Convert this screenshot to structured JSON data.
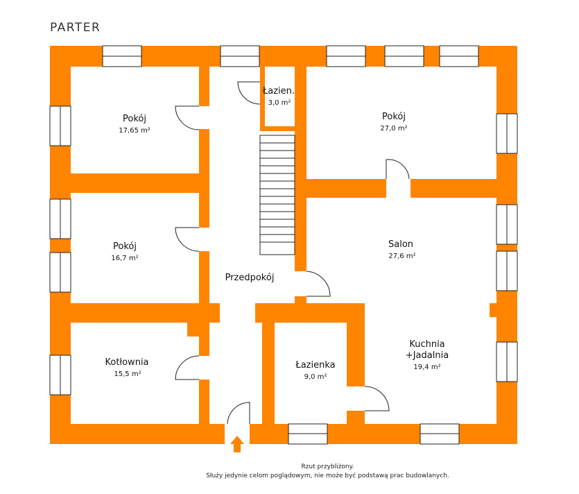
{
  "title": "PARTER",
  "rooms": {
    "pokoj1": {
      "name": "Pokój",
      "area": "17,65 m²"
    },
    "lazien_small": {
      "name": "Łazien.",
      "area": "3,0 m²"
    },
    "pokoj2": {
      "name": "Pokój",
      "area": "27,0 m²"
    },
    "pokoj3": {
      "name": "Pokój",
      "area": "16,7 m²"
    },
    "przedpokoj": {
      "name": "Przedpokój"
    },
    "salon": {
      "name": "Salon",
      "area": "27,6 m²"
    },
    "kotlownia": {
      "name": "Kotłownia",
      "area": "15,5 m²"
    },
    "lazienka": {
      "name": "Łazienka",
      "area": "9,0 m²"
    },
    "kuchnia": {
      "name_line1": "Kuchnia",
      "name_line2": "+Jadalnia",
      "area": "19,4 m²"
    }
  },
  "notes": {
    "line1": "Rzut przybliżony.",
    "line2": "Służy jedynie celom poglądowym, nie może być podstawą prac budowlanych."
  },
  "colors": {
    "wall": "#ff8400",
    "window": "#ffffff",
    "floor": "#ffffff",
    "line": "#222222"
  }
}
